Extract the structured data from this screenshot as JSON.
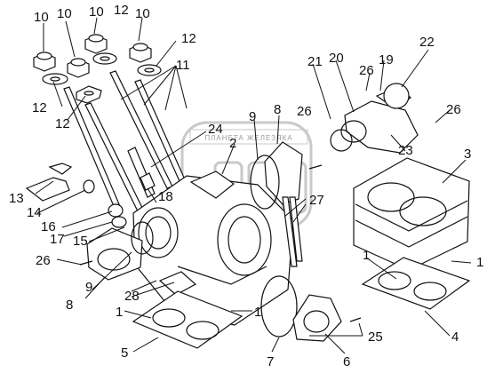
{
  "watermark": {
    "text": "ПЛАНЕТА ЖЕЛЕЗЯКА"
  },
  "labels": [
    {
      "id": "l-10a",
      "text": "10"
    },
    {
      "id": "l-10b",
      "text": "10"
    },
    {
      "id": "l-10c",
      "text": "10"
    },
    {
      "id": "l-12a",
      "text": "12"
    },
    {
      "id": "l-10d",
      "text": "10"
    },
    {
      "id": "l-12b",
      "text": "12"
    },
    {
      "id": "l-11",
      "text": "11"
    },
    {
      "id": "l-12c",
      "text": "12"
    },
    {
      "id": "l-12d",
      "text": "12"
    },
    {
      "id": "l-24",
      "text": "24"
    },
    {
      "id": "l-9a",
      "text": "9"
    },
    {
      "id": "l-8a",
      "text": "8"
    },
    {
      "id": "l-26a",
      "text": "26"
    },
    {
      "id": "l-2",
      "text": "2"
    },
    {
      "id": "l-22",
      "text": "22"
    },
    {
      "id": "l-21",
      "text": "21"
    },
    {
      "id": "l-20",
      "text": "20"
    },
    {
      "id": "l-26b",
      "text": "26"
    },
    {
      "id": "l-19",
      "text": "19"
    },
    {
      "id": "l-26c",
      "text": "26"
    },
    {
      "id": "l-23",
      "text": "23"
    },
    {
      "id": "l-3",
      "text": "3"
    },
    {
      "id": "l-13",
      "text": "13"
    },
    {
      "id": "l-14",
      "text": "14"
    },
    {
      "id": "l-16",
      "text": "16"
    },
    {
      "id": "l-18",
      "text": "18"
    },
    {
      "id": "l-17",
      "text": "17"
    },
    {
      "id": "l-15",
      "text": "15"
    },
    {
      "id": "l-27",
      "text": "27"
    },
    {
      "id": "l-26d",
      "text": "26"
    },
    {
      "id": "l-1a",
      "text": "1"
    },
    {
      "id": "l-1b",
      "text": "1"
    },
    {
      "id": "l-8b",
      "text": "8"
    },
    {
      "id": "l-9b",
      "text": "9"
    },
    {
      "id": "l-28",
      "text": "28"
    },
    {
      "id": "l-1c",
      "text": "1"
    },
    {
      "id": "l-1d",
      "text": "1"
    },
    {
      "id": "l-5",
      "text": "5"
    },
    {
      "id": "l-7",
      "text": "7"
    },
    {
      "id": "l-25",
      "text": "25"
    },
    {
      "id": "l-6",
      "text": "6"
    },
    {
      "id": "l-4",
      "text": "4"
    }
  ]
}
